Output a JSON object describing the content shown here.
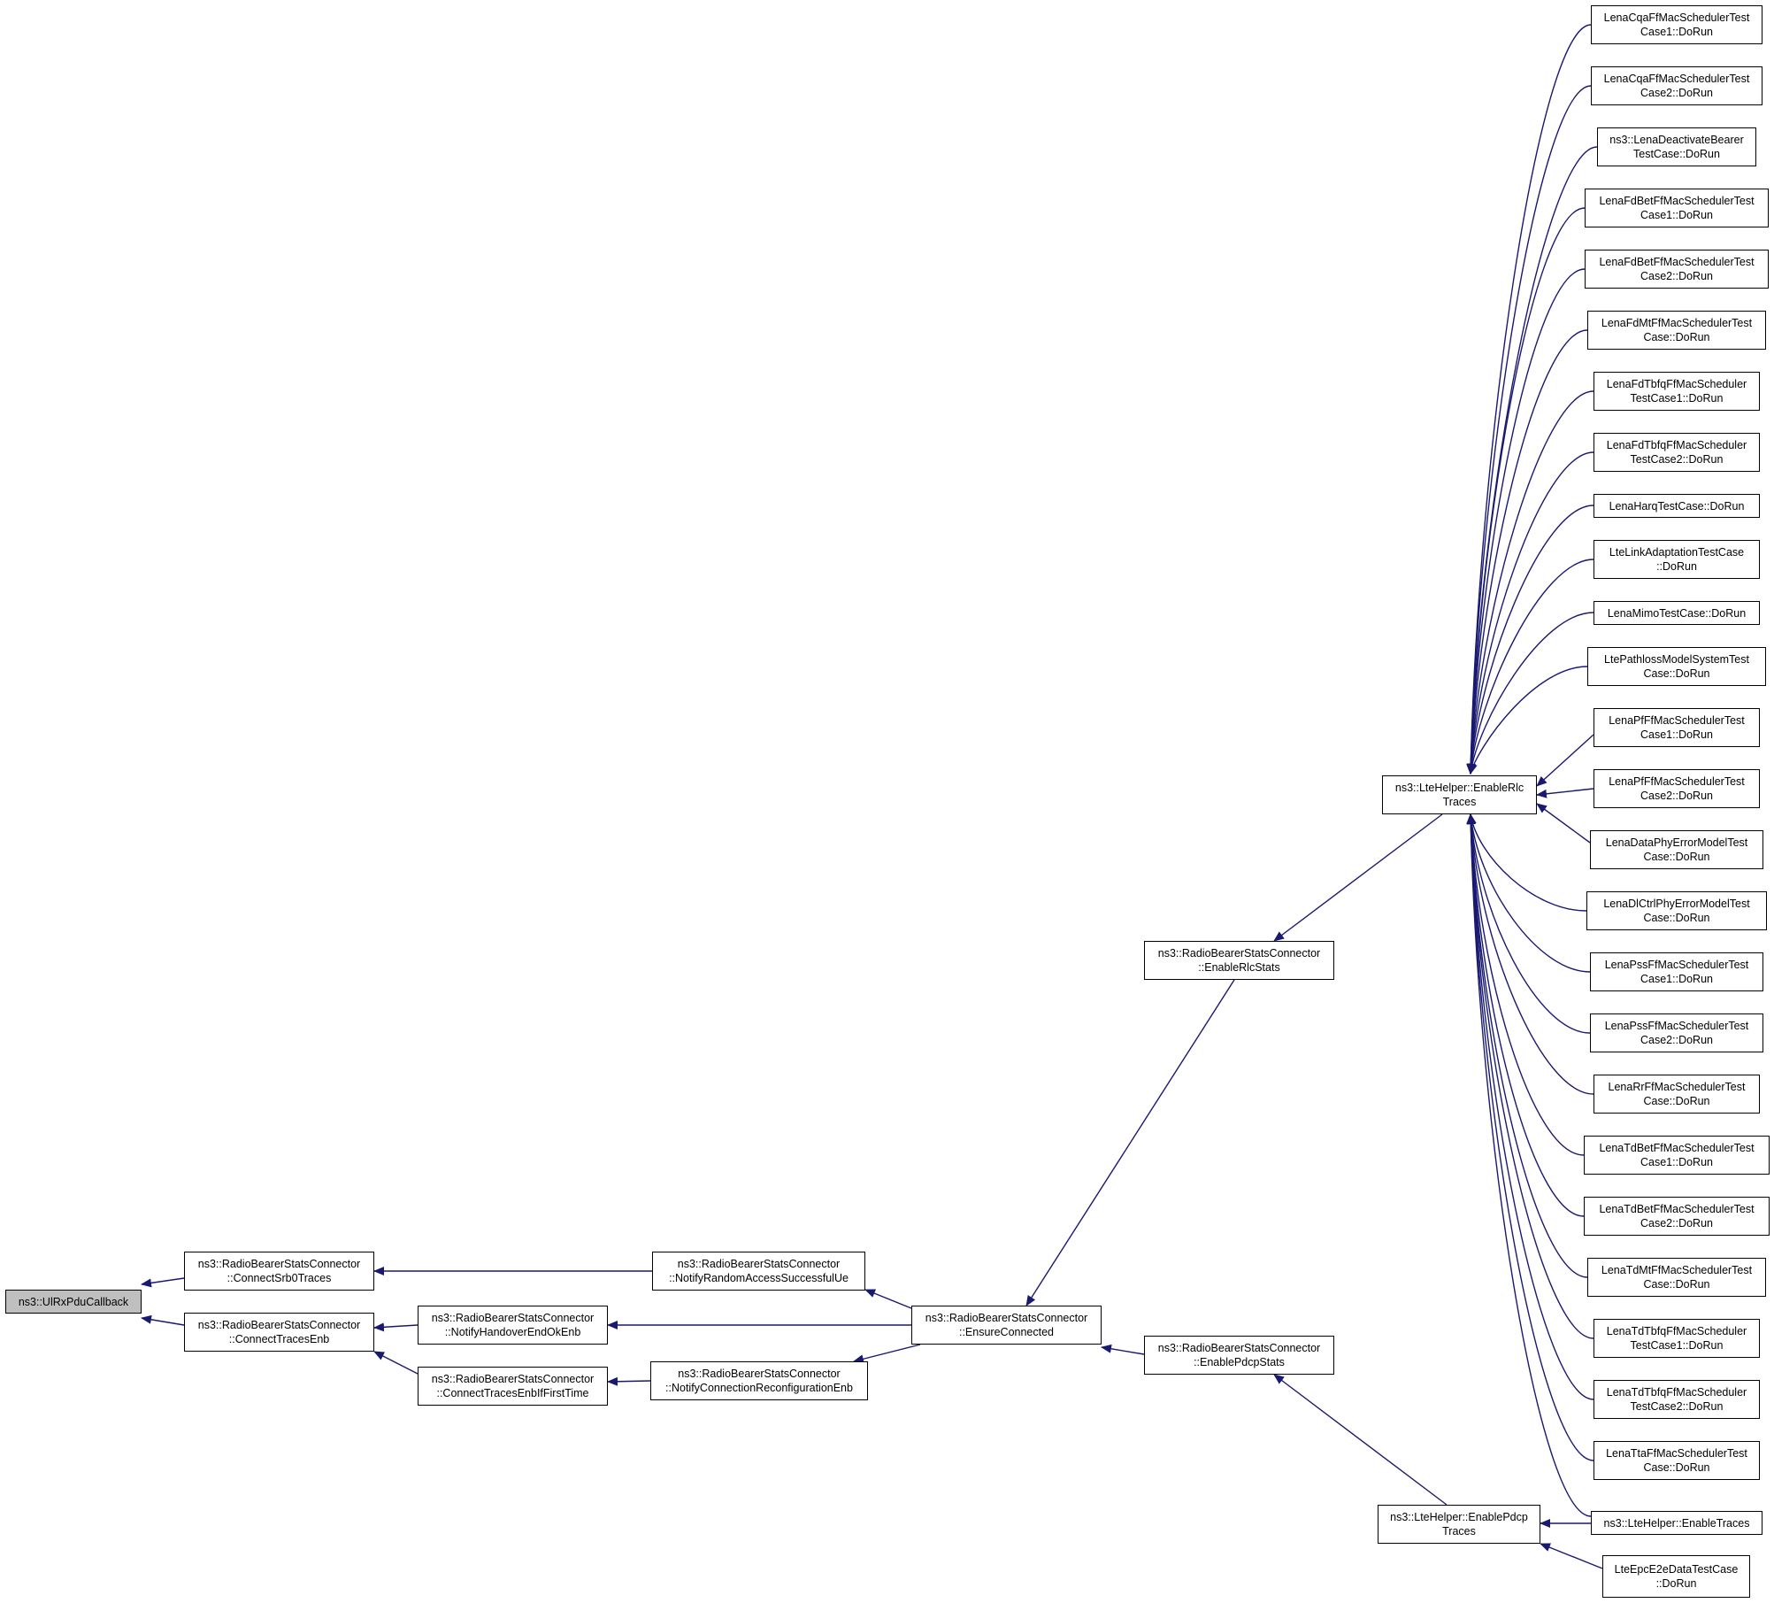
{
  "graph": {
    "colors": {
      "edge": "#191970",
      "border": "#000000",
      "node_fill": "#ffffff",
      "current_fill": "#bfbfbf"
    },
    "nodes": {
      "ulrx": "ns3::UlRxPduCallback",
      "srb0": "ns3::RadioBearerStatsConnector\n::ConnectSrb0Traces",
      "tracesenb": "ns3::RadioBearerStatsConnector\n::ConnectTracesEnb",
      "handover": "ns3::RadioBearerStatsConnector\n::NotifyHandoverEndOkEnb",
      "enbiffirst": "ns3::RadioBearerStatsConnector\n::ConnectTracesEnbIfFirstTime",
      "randomaccess": "ns3::RadioBearerStatsConnector\n::NotifyRandomAccessSuccessfulUe",
      "connreconf": "ns3::RadioBearerStatsConnector\n::NotifyConnectionReconfigurationEnb",
      "ensure": "ns3::RadioBearerStatsConnector\n::EnsureConnected",
      "rlcstats": "ns3::RadioBearerStatsConnector\n::EnableRlcStats",
      "pdcpstats": "ns3::RadioBearerStatsConnector\n::EnablePdcpStats",
      "rlctraces": "ns3::LteHelper::EnableRlc\nTraces",
      "pdcptraces": "ns3::LteHelper::EnablePdcp\nTraces",
      "enabletraces": "ns3::LteHelper::EnableTraces",
      "epce2e": "LteEpcE2eDataTestCase\n::DoRun",
      "t1": "LenaCqaFfMacSchedulerTest\nCase1::DoRun",
      "t2": "LenaCqaFfMacSchedulerTest\nCase2::DoRun",
      "t3": "ns3::LenaDeactivateBearer\nTestCase::DoRun",
      "t4": "LenaFdBetFfMacSchedulerTest\nCase1::DoRun",
      "t5": "LenaFdBetFfMacSchedulerTest\nCase2::DoRun",
      "t6": "LenaFdMtFfMacSchedulerTest\nCase::DoRun",
      "t7": "LenaFdTbfqFfMacScheduler\nTestCase1::DoRun",
      "t8": "LenaFdTbfqFfMacScheduler\nTestCase2::DoRun",
      "t9": "LenaHarqTestCase::DoRun",
      "t10": "LteLinkAdaptationTestCase\n::DoRun",
      "t11": "LenaMimoTestCase::DoRun",
      "t12": "LtePathlossModelSystemTest\nCase::DoRun",
      "t13": "LenaPfFfMacSchedulerTest\nCase1::DoRun",
      "t14": "LenaPfFfMacSchedulerTest\nCase2::DoRun",
      "t15": "LenaDataPhyErrorModelTest\nCase::DoRun",
      "t16": "LenaDlCtrlPhyErrorModelTest\nCase::DoRun",
      "t17": "LenaPssFfMacSchedulerTest\nCase1::DoRun",
      "t18": "LenaPssFfMacSchedulerTest\nCase2::DoRun",
      "t19": "LenaRrFfMacSchedulerTest\nCase::DoRun",
      "t20": "LenaTdBetFfMacSchedulerTest\nCase1::DoRun",
      "t21": "LenaTdBetFfMacSchedulerTest\nCase2::DoRun",
      "t22": "LenaTdMtFfMacSchedulerTest\nCase::DoRun",
      "t23": "LenaTdTbfqFfMacScheduler\nTestCase1::DoRun",
      "t24": "LenaTdTbfqFfMacScheduler\nTestCase2::DoRun",
      "t25": "LenaTtaFfMacSchedulerTest\nCase::DoRun"
    }
  }
}
